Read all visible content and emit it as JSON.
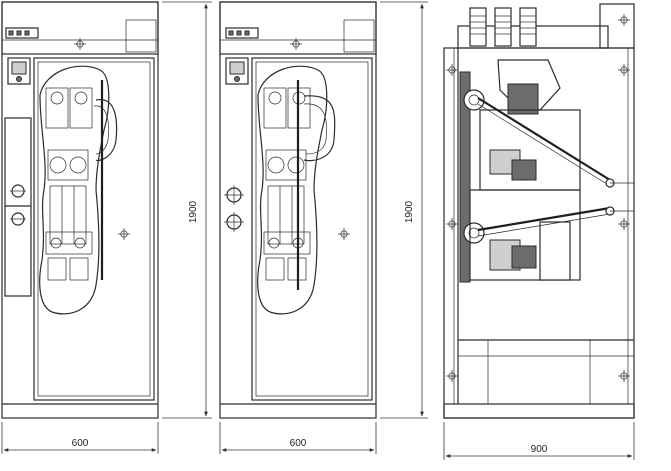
{
  "dimensions": {
    "front_width": "600",
    "second_width": "600",
    "side_depth": "900",
    "height_left": "1900",
    "height_right": "1900"
  },
  "colors": {
    "line": "#2b2b2b",
    "fill_grey": "#cfcfcf",
    "fill_dark": "#6c6c6c",
    "background": "#ffffff"
  }
}
